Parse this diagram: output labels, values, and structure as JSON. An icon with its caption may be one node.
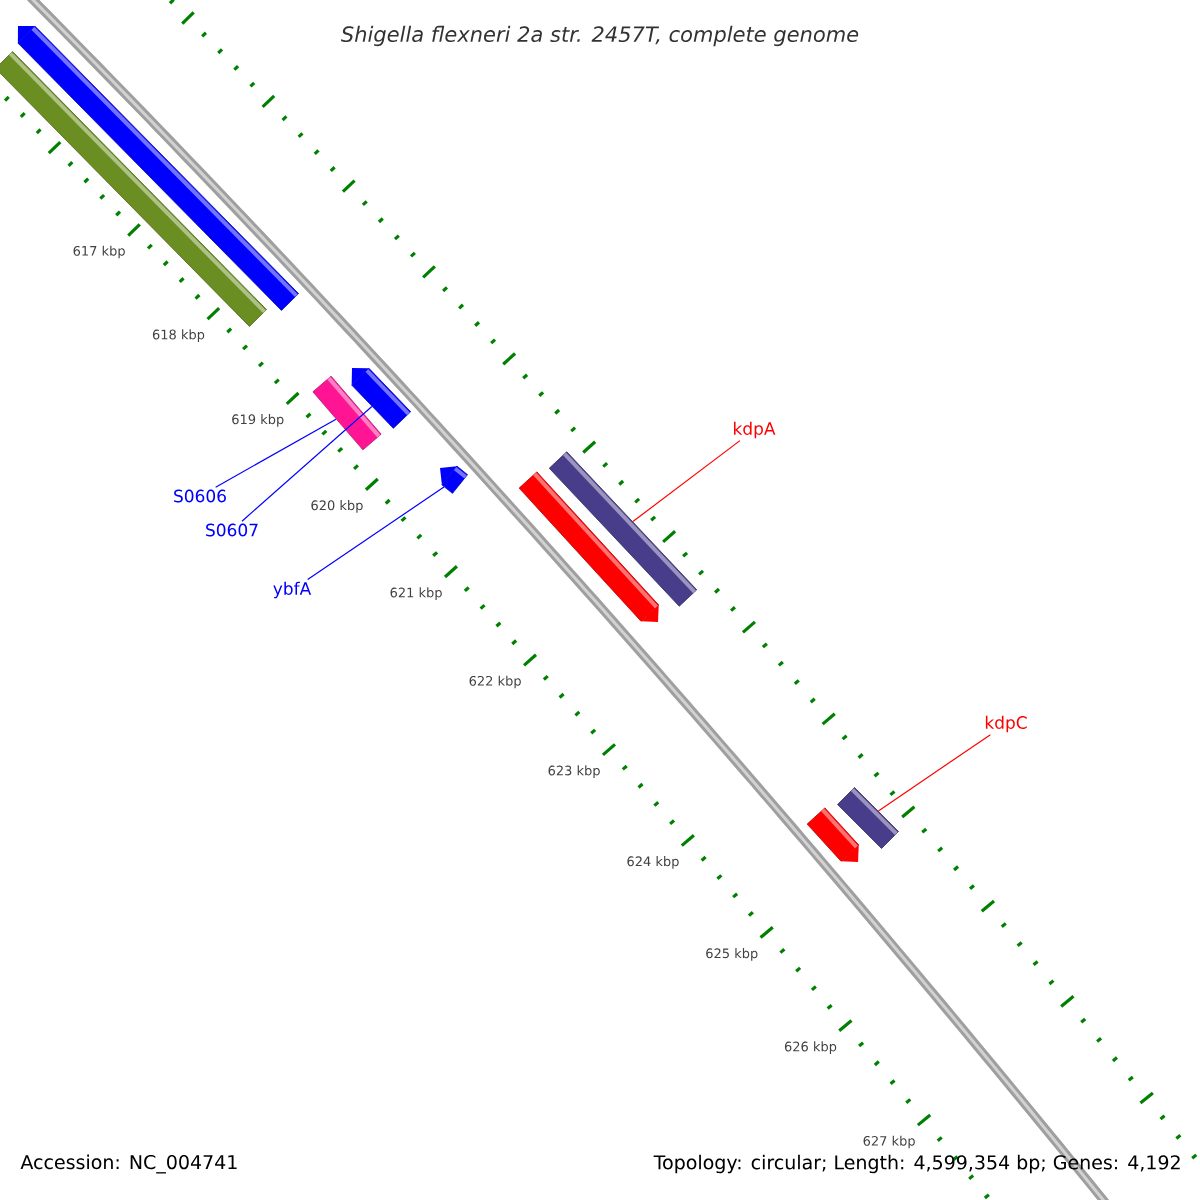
{
  "diagram": {
    "title": "Shigella flexneri 2a str. 2457T, complete genome",
    "nodes": [
      {
        "text": [],
        "shape": "bar"
      },
      {
        "text": [],
        "shape": "bar"
      },
      {
        "text": [],
        "shape": "bar"
      },
      {
        "text": [],
        "shape": "bar"
      },
      {
        "text": [],
        "shape": "bar"
      },
      {
        "text": [],
        "shape": "bar"
      },
      {
        "text": [],
        "shape": "bar"
      },
      {
        "text": [],
        "shape": "bar"
      },
      {
        "text": [],
        "shape": "bar"
      },
      {
        "text": [
          "S0606"
        ]
      },
      {
        "text": [
          "S0607"
        ]
      },
      {
        "text": [
          "ybfA"
        ]
      },
      {
        "text": [
          "kdpA"
        ]
      },
      {
        "text": [
          "kdpC"
        ]
      }
    ],
    "edges": [
      {
        "from": 9,
        "to": 2,
        "arrow": "none"
      },
      {
        "from": 10,
        "to": 3,
        "arrow": "none"
      },
      {
        "from": 11,
        "to": 4,
        "arrow": "none"
      },
      {
        "from": 12,
        "to": 6,
        "arrow": "none",
        "color": "#ff0000"
      },
      {
        "from": 13,
        "to": 8,
        "arrow": "none",
        "color": "#ff0000"
      }
    ],
    "labels": [
      "617 kbp",
      "618 kbp",
      "619 kbp",
      "620 kbp",
      "621 kbp",
      "622 kbp",
      "623 kbp",
      "624 kbp",
      "625 kbp",
      "626 kbp",
      "627 kbp",
      "Accession: NC_004741",
      "Topology: circular; Length: 4,599,354 bp; Genes: 4,192"
    ]
  }
}
